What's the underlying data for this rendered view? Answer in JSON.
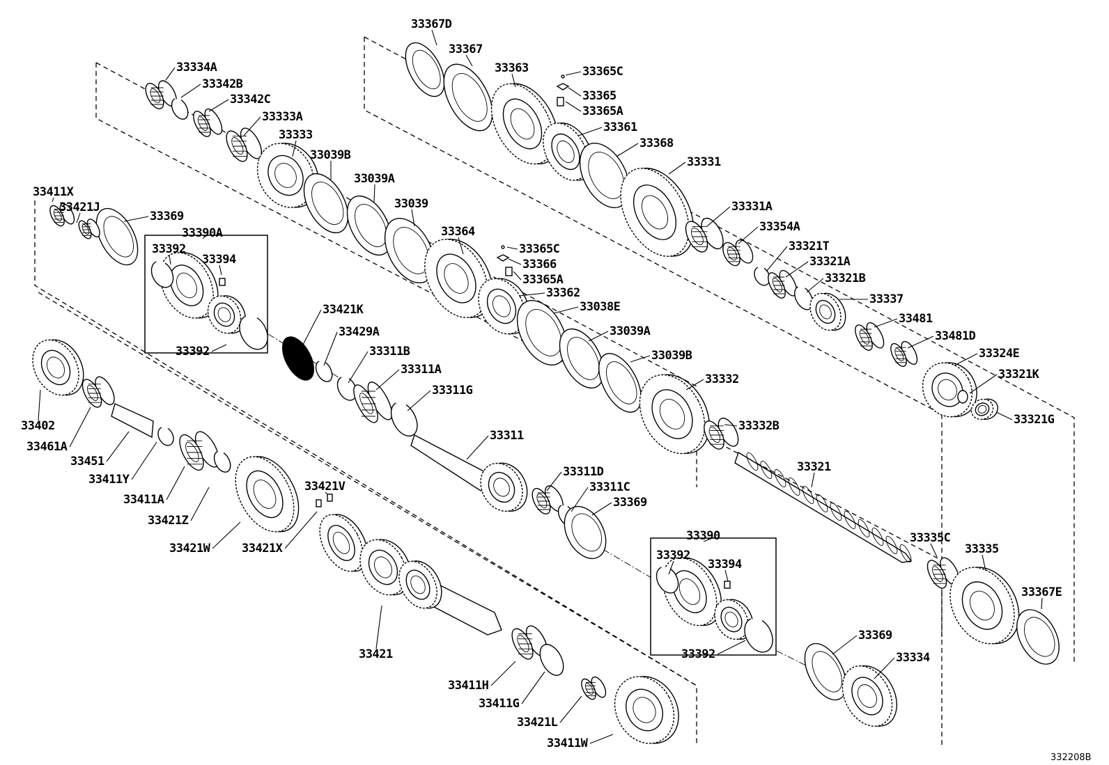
{
  "diagram": {
    "drawing_code": "332208B",
    "groups": {
      "lower_sync_assembly": "33390A",
      "upper_sync_assembly": "33390"
    },
    "labels": [
      {
        "text": "33367D"
      },
      {
        "text": "33367"
      },
      {
        "text": "33363"
      },
      {
        "text": "33365C"
      },
      {
        "text": "33365"
      },
      {
        "text": "33365A"
      },
      {
        "text": "33361"
      },
      {
        "text": "33368"
      },
      {
        "text": "33331"
      },
      {
        "text": "33334A"
      },
      {
        "text": "33342B"
      },
      {
        "text": "33342C"
      },
      {
        "text": "33333A"
      },
      {
        "text": "33333"
      },
      {
        "text": "33039B"
      },
      {
        "text": "33039A"
      },
      {
        "text": "33039"
      },
      {
        "text": "33364"
      },
      {
        "text": "33365C"
      },
      {
        "text": "33366"
      },
      {
        "text": "33365A"
      },
      {
        "text": "33362"
      },
      {
        "text": "33038E"
      },
      {
        "text": "33039A"
      },
      {
        "text": "33039B"
      },
      {
        "text": "33332"
      },
      {
        "text": "33332B"
      },
      {
        "text": "33331A"
      },
      {
        "text": "33354A"
      },
      {
        "text": "33321T"
      },
      {
        "text": "33321A"
      },
      {
        "text": "33321B"
      },
      {
        "text": "33337"
      },
      {
        "text": "33481"
      },
      {
        "text": "33481D"
      },
      {
        "text": "33324E"
      },
      {
        "text": "33321K"
      },
      {
        "text": "33321G"
      },
      {
        "text": "33411X"
      },
      {
        "text": "33421J"
      },
      {
        "text": "33369"
      },
      {
        "text": "33390A"
      },
      {
        "text": "33392"
      },
      {
        "text": "33394"
      },
      {
        "text": "33392"
      },
      {
        "text": "33421K"
      },
      {
        "text": "33429A"
      },
      {
        "text": "33311B"
      },
      {
        "text": "33311A"
      },
      {
        "text": "33311G"
      },
      {
        "text": "33311"
      },
      {
        "text": "33311D"
      },
      {
        "text": "33311C"
      },
      {
        "text": "33369"
      },
      {
        "text": "33402"
      },
      {
        "text": "33461A"
      },
      {
        "text": "33451"
      },
      {
        "text": "33411Y"
      },
      {
        "text": "33411A"
      },
      {
        "text": "33421Z"
      },
      {
        "text": "33421W"
      },
      {
        "text": "33421V"
      },
      {
        "text": "33421X"
      },
      {
        "text": "33421"
      },
      {
        "text": "33411H"
      },
      {
        "text": "33411G"
      },
      {
        "text": "33421L"
      },
      {
        "text": "33411W"
      },
      {
        "text": "33390"
      },
      {
        "text": "33392"
      },
      {
        "text": "33394"
      },
      {
        "text": "33392"
      },
      {
        "text": "33369"
      },
      {
        "text": "33334"
      },
      {
        "text": "33321"
      },
      {
        "text": "33335C"
      },
      {
        "text": "33335"
      },
      {
        "text": "33367E"
      }
    ]
  }
}
